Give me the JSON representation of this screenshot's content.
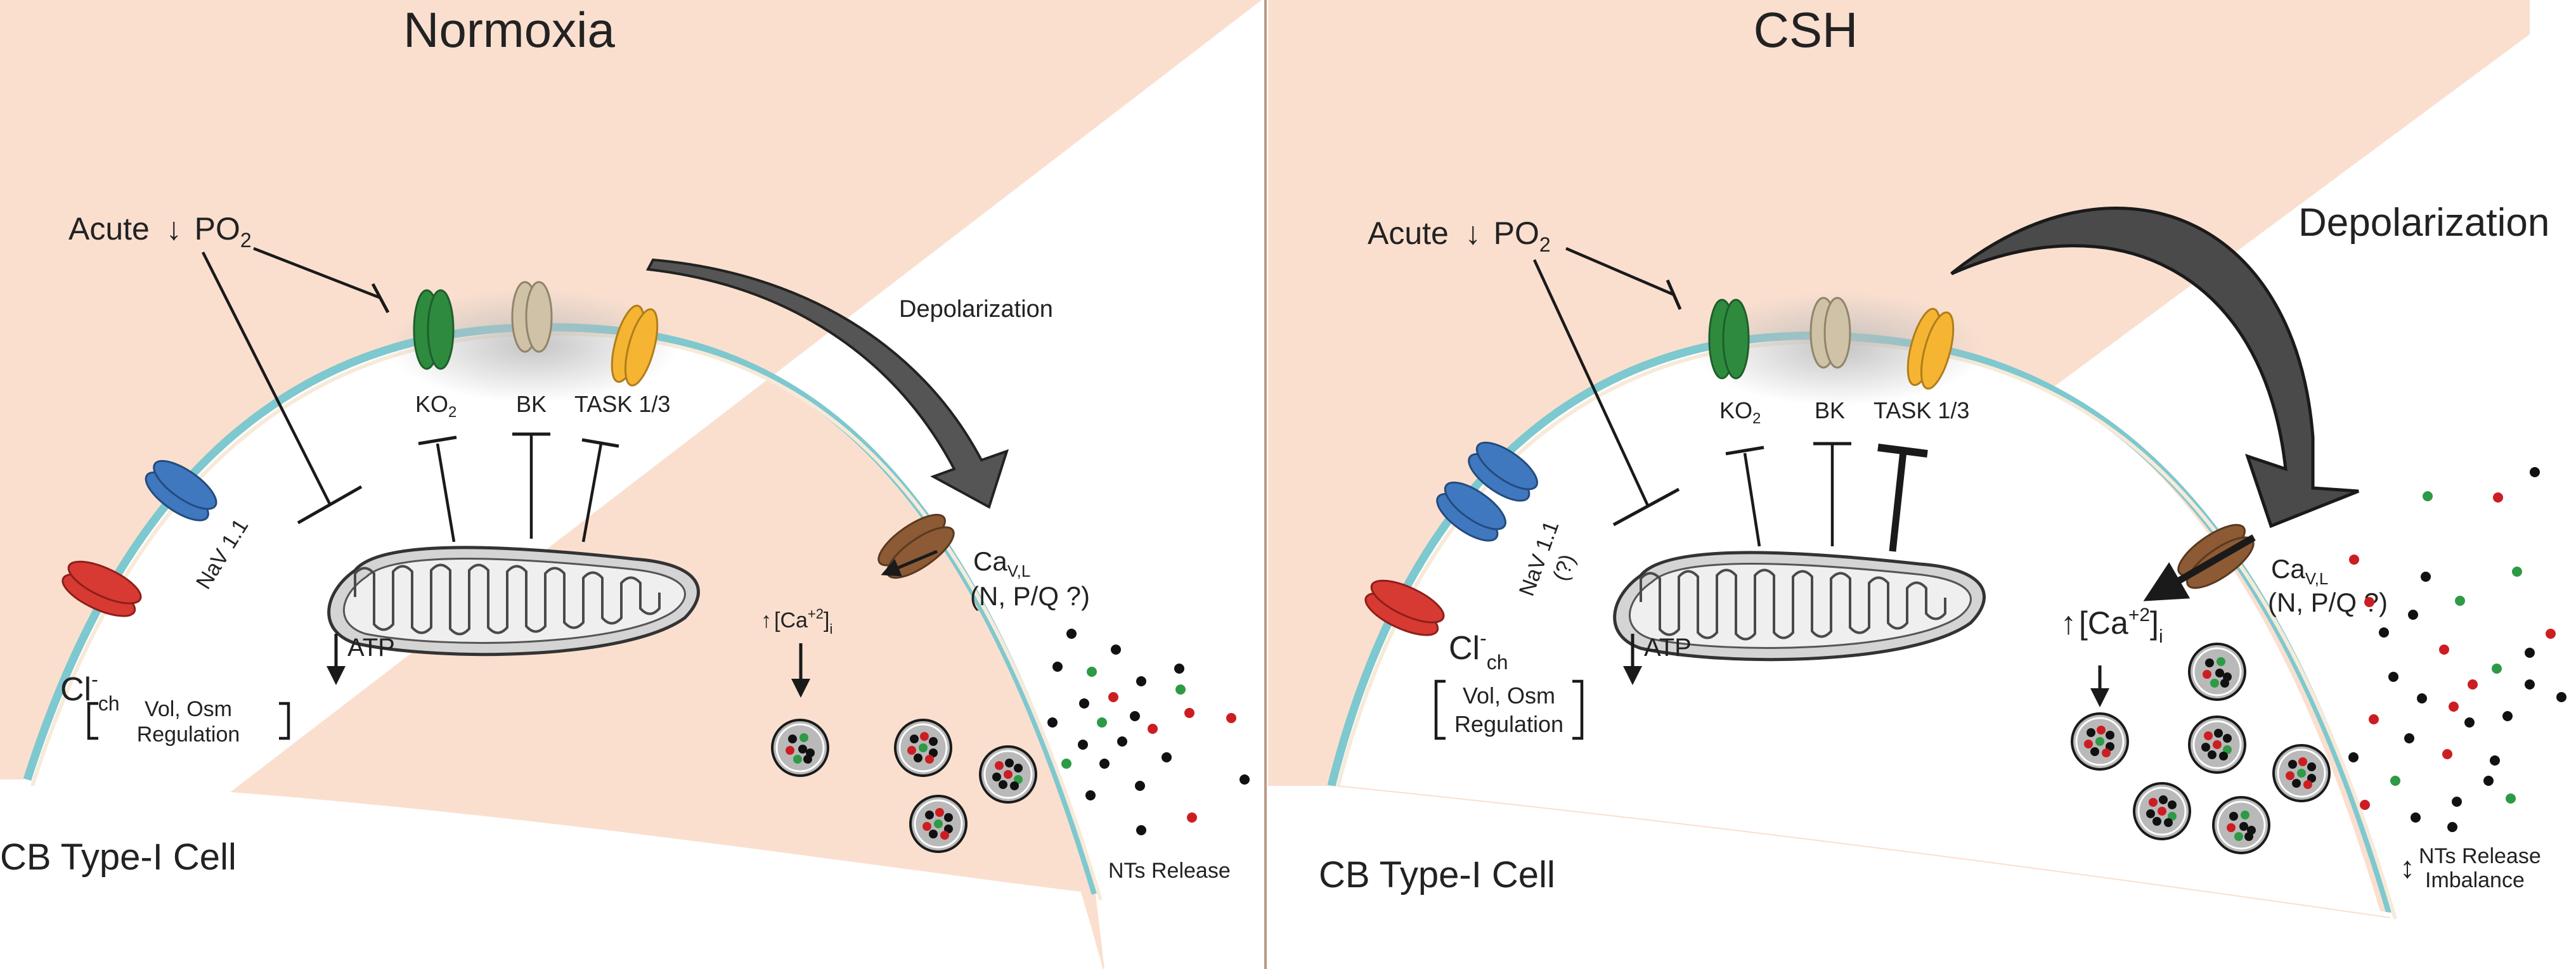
{
  "panels": [
    {
      "title": "Normoxia",
      "stimulus": {
        "prefix": "Acute",
        "arrow": "↓",
        "main": "PO",
        "sub": "2"
      },
      "channels": {
        "ko2": {
          "main": "KO",
          "sub": "2"
        },
        "bk": "BK",
        "task": "TASK 1/3",
        "nav_line1": "NaV 1.1",
        "nav_line2": "",
        "cl": {
          "main": "Cl",
          "sup": "-",
          "sub": "ch"
        },
        "cav": {
          "main": "Ca",
          "sub": "V,L",
          "line2": "(N, P/Q ?)"
        }
      },
      "vol_reg": {
        "line1": "Vol, Osm",
        "line2": "Regulation"
      },
      "atp": "ATP",
      "depolarization": "Depolarization",
      "calcium": {
        "arrow": "↑",
        "text": "[Ca",
        "sup": "+2",
        "close": "]",
        "sub": "i"
      },
      "nts_arrow": "",
      "nts_line1": "NTs Release",
      "nts_line2": "",
      "cell_label": "CB Type-I Cell"
    },
    {
      "title": "CSH",
      "stimulus": {
        "prefix": "Acute",
        "arrow": "↓",
        "main": "PO",
        "sub": "2"
      },
      "channels": {
        "ko2": {
          "main": "KO",
          "sub": "2"
        },
        "bk": "BK",
        "task": "TASK 1/3",
        "nav_line1": "NaV 1.1",
        "nav_line2": "(?)",
        "cl": {
          "main": "Cl",
          "sup": "-",
          "sub": "ch"
        },
        "cav": {
          "main": "Ca",
          "sub": "V,L",
          "line2": "(N, P/Q ?)"
        }
      },
      "vol_reg": {
        "line1": "Vol, Osm",
        "line2": "Regulation"
      },
      "atp": "ATP",
      "depolarization": "Depolarization",
      "calcium": {
        "arrow": "↑",
        "text": "[Ca",
        "sup": "+2",
        "close": "]",
        "sub": "i"
      },
      "nts_arrow": "↕",
      "nts_line1": "NTs Release",
      "nts_line2": "Imbalance",
      "cell_label": "CB Type-I Cell"
    }
  ],
  "colors": {
    "cytoplasm": "#fadfcf",
    "membrane": "#7ec8cf",
    "ko2_channel": "#2e8b3e",
    "bk_channel": "#cfc2a6",
    "task_channel": "#f5b532",
    "nav_channel": "#3f78bf",
    "cl_channel": "#d63a33",
    "cav_channel": "#8c5a34",
    "depolarization_arrow": "#555555",
    "mitochondrion": "#d4d4d4",
    "vesicle_fill": "#b9b9b9",
    "nt_black": "#111111",
    "nt_red": "#cc1e22",
    "nt_green": "#2e9a45",
    "divider": "#b89a86"
  }
}
